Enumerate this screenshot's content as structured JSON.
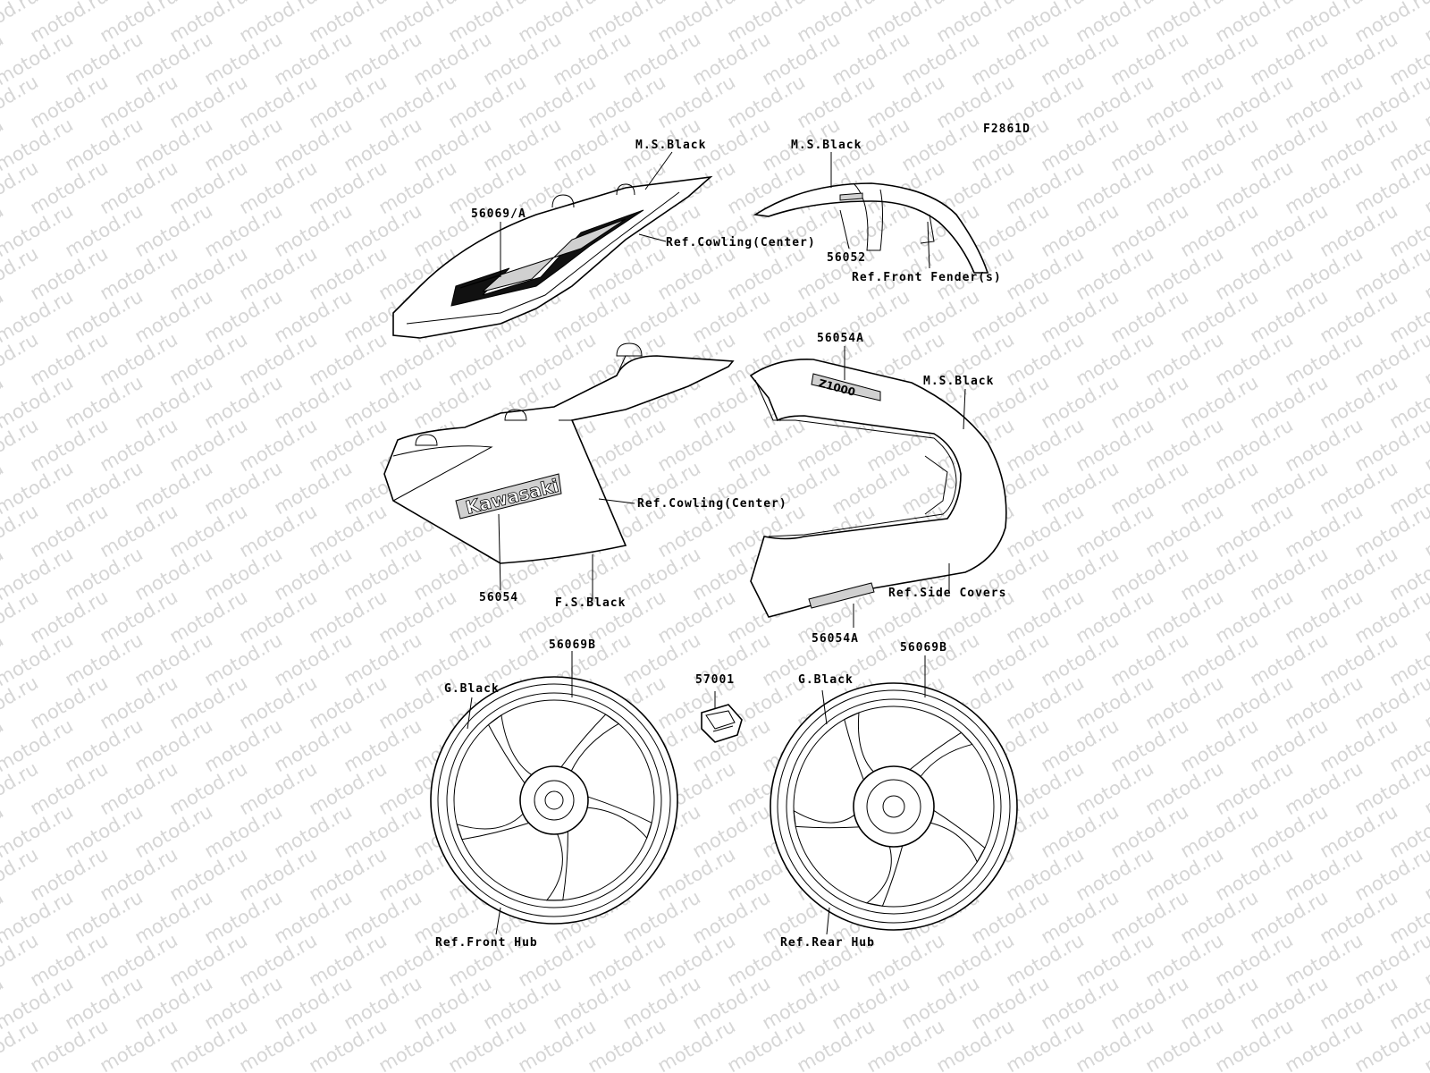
{
  "watermark": "motod.ru",
  "figure_code": "F2861D",
  "labels": {
    "ms_black_1": "M.S.Black",
    "part_56069a": "56069/A",
    "ref_cowling_center_1": "Ref.Cowling(Center)",
    "ms_black_2": "M.S.Black",
    "part_56052": "56052",
    "ref_front_fender": "Ref.Front Fender(s)",
    "part_56054a_top": "56054A",
    "ms_black_3": "M.S.Black",
    "ref_cowling_center_2": "Ref.Cowling(Center)",
    "part_56054": "56054",
    "fs_black": "F.S.Black",
    "ref_side_covers": "Ref.Side Covers",
    "part_56054a_bottom": "56054A",
    "part_56069b_left": "56069B",
    "g_black_left": "G.Black",
    "part_57001": "57001",
    "g_black_right": "G.Black",
    "part_56069b_right": "56069B",
    "ref_front_hub": "Ref.Front Hub",
    "ref_rear_hub": "Ref.Rear Hub"
  },
  "decals": {
    "brand": "Kawasaki",
    "model": "Z1000"
  },
  "colors": {
    "line": "#000000",
    "watermark": "#d6d6d6",
    "decal_grey": "#d0d0d0",
    "background": "#ffffff"
  }
}
